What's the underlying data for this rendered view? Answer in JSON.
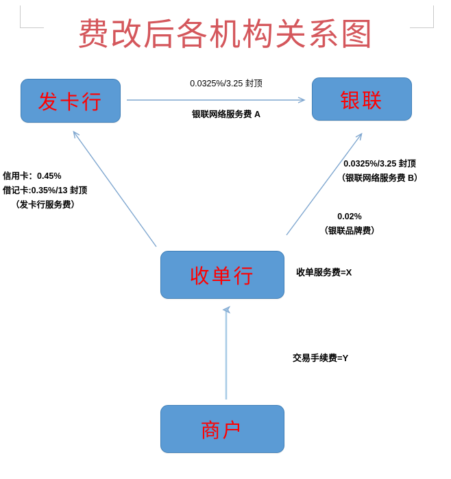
{
  "title": "费改后各机构关系图",
  "colors": {
    "node_fill": "#5B9BD5",
    "node_text": "#FF0000",
    "title_text": "#D4575C",
    "arrow": "#7EA6CF",
    "label_text": "#000000"
  },
  "nodes": {
    "issuer": "发卡行",
    "unionpay": "银联",
    "acquirer": "收单行",
    "merchant": "商户"
  },
  "edges": {
    "issuer_to_unionpay": {
      "rate": "0.0325%/3.25 封顶",
      "name": "银联网络服务费 A"
    },
    "acquirer_to_issuer": {
      "line1": "信用卡：0.45%",
      "line2": "借记卡:0.35%/13 封顶",
      "line3": "（发卡行服务费）"
    },
    "acquirer_to_unionpay_network": {
      "line1": "0.0325%/3.25 封顶",
      "line2": "（银联网络服务费 B）"
    },
    "acquirer_to_unionpay_brand": {
      "line1": "0.02%",
      "line2": "（银联品牌费）"
    },
    "acquirer_service_fee": "收单服务费=X",
    "merchant_to_acquirer": "交易手续费=Y"
  }
}
